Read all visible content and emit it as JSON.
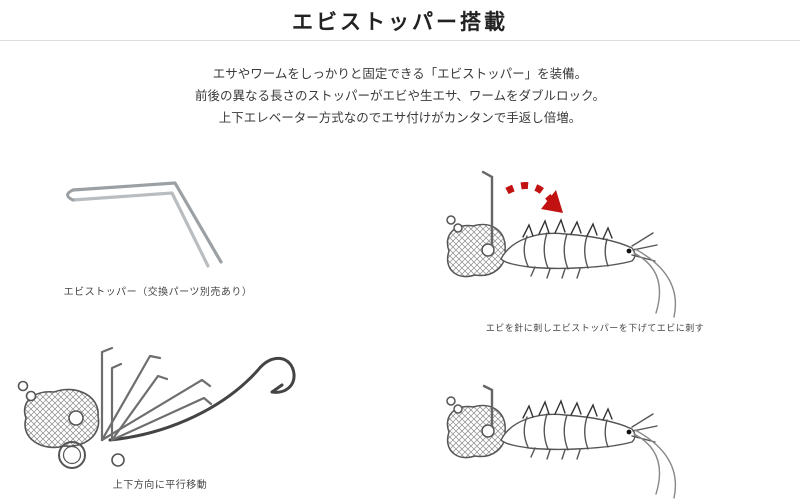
{
  "page": {
    "title": "エビストッパー搭載",
    "description": [
      "エサやワームをしっかりと固定できる「エビストッパー」を装備。",
      "前後の異なる長さのストッパーがエビや生エサ、ワームをダブルロック。",
      "上下エレベーター方式なのでエサ付けがカンタンで手返し倍増。"
    ],
    "figures": [
      {
        "name": "ebi-stopper-wire",
        "caption": "エビストッパー（交換パーツ別売あり）"
      },
      {
        "name": "stopper-usage-step1",
        "caption": "エビを針に刺しエビストッパーを下げてエビに刺す"
      },
      {
        "name": "jighead-stopper-movement",
        "caption": "上下方向に平行移動"
      },
      {
        "name": "stopper-usage-step2",
        "caption": ""
      }
    ],
    "colors": {
      "arrow_red": "#c11111",
      "wire_gray": "#9aa0a4",
      "line_dark": "#555555"
    }
  }
}
